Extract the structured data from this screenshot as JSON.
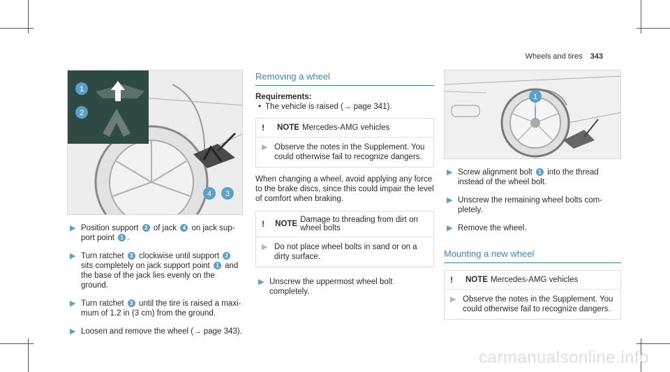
{
  "header": {
    "section": "Wheels and tires",
    "page_number": "343"
  },
  "left": {
    "figure_callouts": [
      "1",
      "2",
      "4",
      "3"
    ],
    "steps": [
      {
        "parts": [
          {
            "t": "Position support "
          },
          {
            "b": "2"
          },
          {
            "t": " of jack "
          },
          {
            "b": "4"
          },
          {
            "t": " on jack sup-"
          },
          {
            "br": true
          },
          {
            "t": "port point "
          },
          {
            "b": "1"
          },
          {
            "t": "."
          }
        ]
      },
      {
        "parts": [
          {
            "t": "Turn ratchet "
          },
          {
            "b": "3"
          },
          {
            "t": " clockwise until support "
          },
          {
            "b": "2"
          },
          {
            "br": true
          },
          {
            "t": "sits completely on jack support point "
          },
          {
            "b": "1"
          },
          {
            "t": " and"
          },
          {
            "br": true
          },
          {
            "t": "the base of the jack lies evenly on the"
          },
          {
            "br": true
          },
          {
            "t": "ground."
          }
        ]
      },
      {
        "parts": [
          {
            "t": "Turn ratchet "
          },
          {
            "b": "3"
          },
          {
            "t": " until the tire is raised a maxi-"
          },
          {
            "br": true
          },
          {
            "t": "mum of 1.2 in (3 cm) from the ground."
          }
        ]
      },
      {
        "parts": [
          {
            "t": "Loosen and remove the wheel (→ page 343)."
          }
        ]
      }
    ]
  },
  "middle": {
    "heading": "Removing a wheel",
    "requirements_title": "Requirements:",
    "requirement": "The vehicle is raised (→ page 341).",
    "note1": {
      "icon": "!",
      "label": "NOTE",
      "title": "Mercedes-AMG vehicles",
      "body": "Observe the notes in the Supplement. You could otherwise fail to recognize dangers."
    },
    "paragraph": "When changing a wheel, avoid applying any force to the brake discs, since this could impair the level of comfort when braking.",
    "note2": {
      "icon": "!",
      "label": "NOTE",
      "title": "Damage to threading from dirt on wheel bolts",
      "body": "Do not place wheel bolts in sand or on a dirty surface."
    },
    "step": "Unscrew the uppermost wheel bolt completely."
  },
  "right": {
    "figure_callouts": [
      "1"
    ],
    "steps": [
      {
        "parts": [
          {
            "t": "Screw alignment bolt "
          },
          {
            "b": "1"
          },
          {
            "t": " into the thread"
          },
          {
            "br": true
          },
          {
            "t": "instead of the wheel bolt."
          }
        ]
      },
      {
        "parts": [
          {
            "t": "Unscrew the remaining wheel bolts com-"
          },
          {
            "br": true
          },
          {
            "t": "pletely."
          }
        ]
      },
      {
        "parts": [
          {
            "t": "Remove the wheel."
          }
        ]
      }
    ],
    "heading": "Mounting a new wheel",
    "note": {
      "icon": "!",
      "label": "NOTE",
      "title": "Mercedes-AMG vehicles",
      "body": "Observe the notes in the Supplement. You could otherwise fail to recognize dangers."
    }
  },
  "watermark": "carmanualsonline.info"
}
